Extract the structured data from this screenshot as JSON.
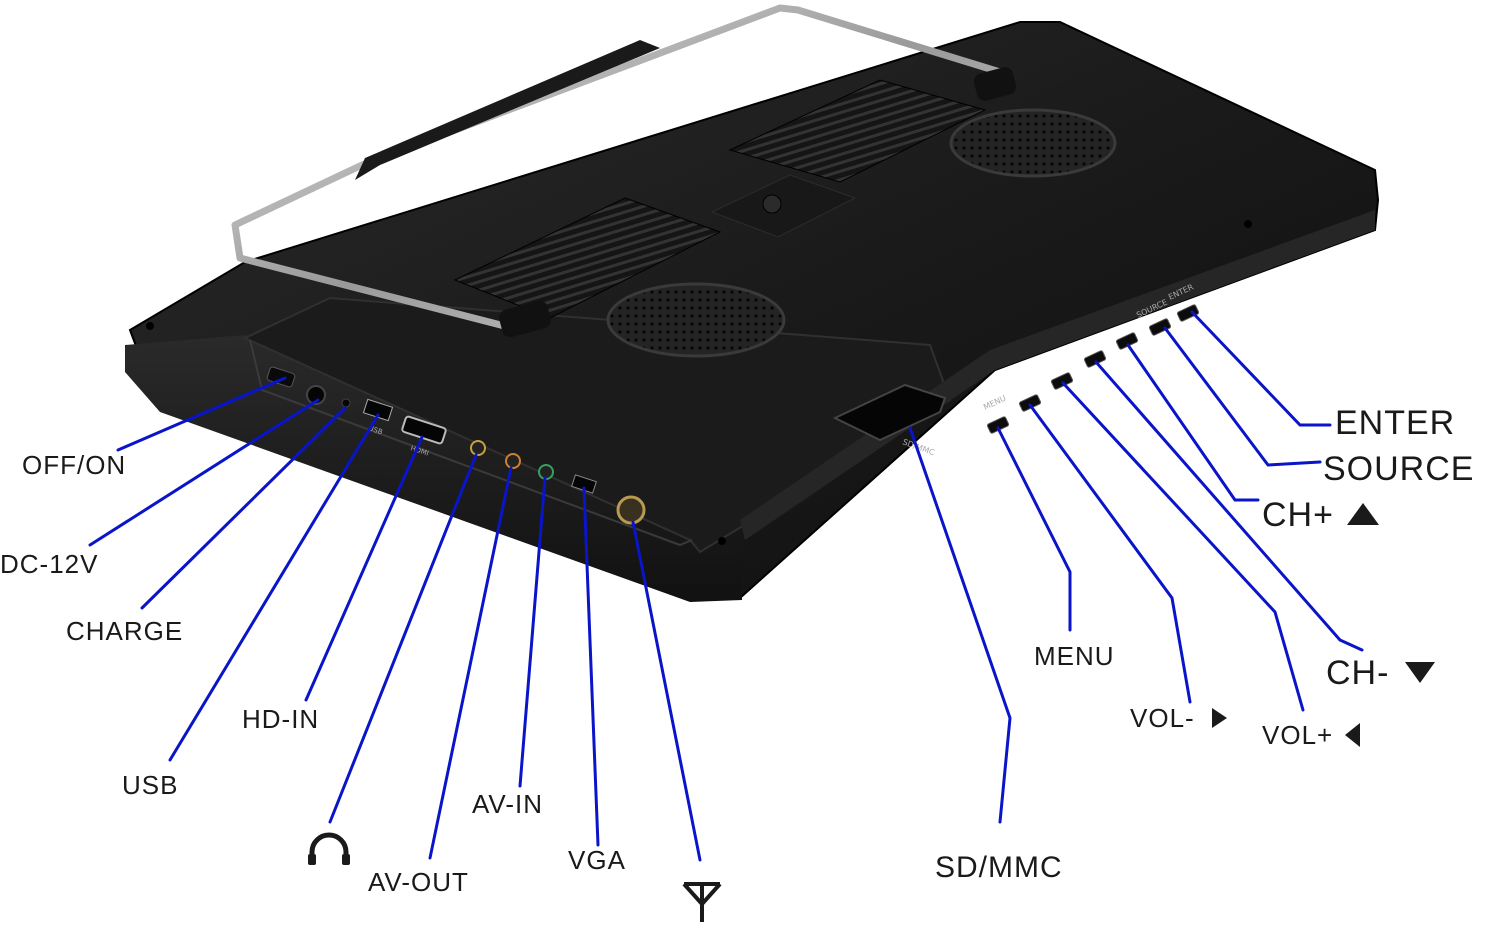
{
  "device_labels": {
    "menu_button": "MENU",
    "source_button": "SOURCE",
    "enter_button": "ENTER",
    "card_slot": "SD/MMC",
    "usb_port": "USB",
    "hdmi_port": "HDMI"
  },
  "callouts": {
    "off_on": "OFF/ON",
    "dc_12v": "DC-12V",
    "charge": "CHARGE",
    "usb": "USB",
    "hd_in": "HD-IN",
    "av_out": "AV-OUT",
    "av_in": "AV-IN",
    "vga": "VGA",
    "sd_mmc": "SD/MMC",
    "menu": "MENU",
    "vol_minus": "VOL-",
    "vol_plus": "VOL+",
    "ch_minus": "CH-",
    "ch_plus": "CH+",
    "source": "SOURCE",
    "enter": "ENTER"
  },
  "icons": {
    "headphone": "headphone-icon",
    "antenna": "antenna-icon",
    "up_triangle": "triangle-up-icon",
    "down_triangle": "triangle-down-icon",
    "right_triangle": "triangle-right-icon",
    "left_triangle": "triangle-left-icon"
  },
  "colors": {
    "leader_line": "#0a14c8",
    "device_body": "#1c1c1c",
    "handle": "#b8b8b8",
    "background": "#ffffff"
  }
}
